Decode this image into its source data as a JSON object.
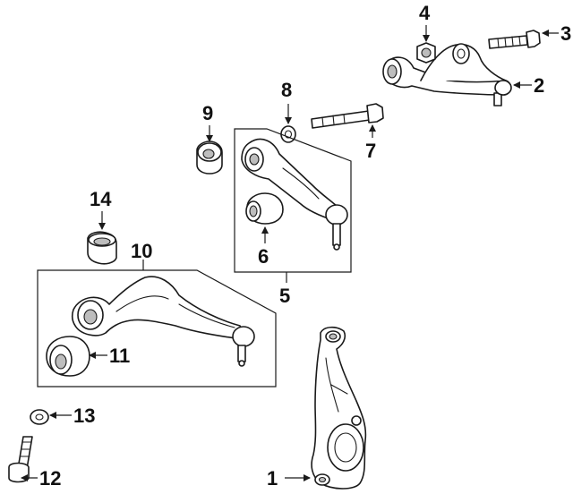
{
  "callouts": [
    {
      "id": "1",
      "label": "1"
    },
    {
      "id": "2",
      "label": "2"
    },
    {
      "id": "3",
      "label": "3"
    },
    {
      "id": "4",
      "label": "4"
    },
    {
      "id": "5",
      "label": "5"
    },
    {
      "id": "6",
      "label": "6"
    },
    {
      "id": "7",
      "label": "7"
    },
    {
      "id": "8",
      "label": "8"
    },
    {
      "id": "9",
      "label": "9"
    },
    {
      "id": "10",
      "label": "10"
    },
    {
      "id": "11",
      "label": "11"
    },
    {
      "id": "12",
      "label": "12"
    },
    {
      "id": "13",
      "label": "13"
    },
    {
      "id": "14",
      "label": "14"
    }
  ],
  "colors": {
    "line": "#1a1a1a",
    "background": "#ffffff",
    "shade": "#bdbdbd"
  }
}
